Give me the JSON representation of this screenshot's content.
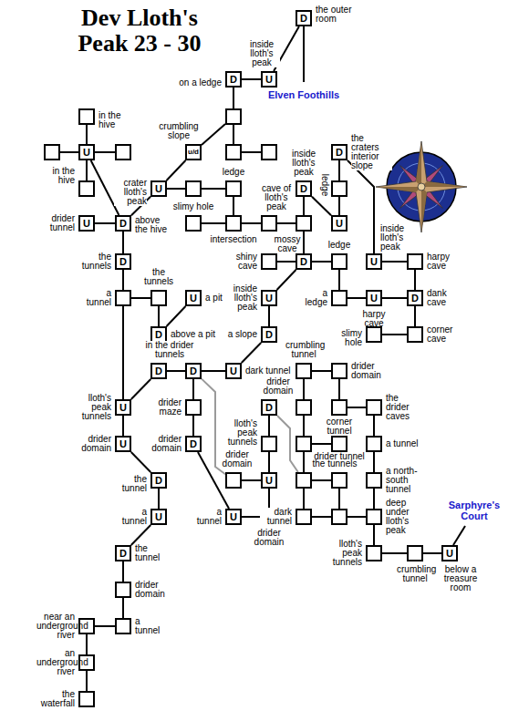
{
  "diagram": {
    "title": "Dev Lloth's Peak 23 - 30",
    "nodes": [
      {
        "text": [
          "D",
          "the outer room"
        ]
      },
      {
        "text": [
          "U",
          "inside lloth's peak"
        ]
      },
      {
        "text": [
          "D",
          "on a ledge"
        ]
      },
      {
        "text": []
      },
      {
        "text": [
          "u/d",
          "crumbling slope"
        ]
      },
      {
        "text": []
      },
      {
        "text": []
      },
      {
        "text": [
          "in the hive"
        ]
      },
      {
        "text": []
      },
      {
        "text": [
          "U"
        ]
      },
      {
        "text": []
      },
      {
        "text": [
          "in the hive"
        ]
      },
      {
        "text": [
          "U",
          "drider tunnel"
        ]
      },
      {
        "text": [
          "D",
          "above the hive"
        ]
      },
      {
        "text": [
          "U",
          "crater lloth's peak"
        ]
      },
      {
        "text": []
      },
      {
        "text": [
          "ledge"
        ]
      },
      {
        "text": [
          "slimy hole"
        ]
      },
      {
        "text": [
          "intersection"
        ]
      },
      {
        "text": [
          "cave of lloth's peak"
        ]
      },
      {
        "text": [
          "mossy cave"
        ]
      },
      {
        "text": [
          "D",
          "inside lloth's peak"
        ]
      },
      {
        "text": [
          "D",
          "the craters interior slope"
        ]
      },
      {
        "text": [
          "ledge"
        ]
      },
      {
        "text": [
          "U"
        ]
      },
      {
        "text": [
          "shiny cave"
        ]
      },
      {
        "text": [
          "D"
        ]
      },
      {
        "text": [
          "ledge"
        ]
      },
      {
        "text": [
          "U",
          "inside lloth's peak"
        ]
      },
      {
        "text": [
          "harpy cave"
        ]
      },
      {
        "text": [
          "a ledge"
        ]
      },
      {
        "text": [
          "U",
          "harpy cave"
        ]
      },
      {
        "text": [
          "D",
          "dank cave"
        ]
      },
      {
        "text": [
          "slimy hole"
        ]
      },
      {
        "text": [
          "corner cave"
        ]
      },
      {
        "text": [
          "D",
          "the tunnels"
        ]
      },
      {
        "text": [
          "a tunnel"
        ]
      },
      {
        "text": [
          "the tunnels"
        ]
      },
      {
        "text": [
          "U",
          "a pit"
        ]
      },
      {
        "text": [
          "D",
          "above a pit"
        ]
      },
      {
        "text": [
          "U",
          "inside lloth's peak"
        ]
      },
      {
        "text": [
          "D",
          "a slope"
        ]
      },
      {
        "text": [
          "D",
          "in the drider tunnels"
        ]
      },
      {
        "text": [
          "D"
        ]
      },
      {
        "text": [
          "U",
          "dark tunnel"
        ]
      },
      {
        "text": [
          "U",
          "lloth's peak tunnels"
        ]
      },
      {
        "text": [
          "drider maze"
        ]
      },
      {
        "text": [
          "D",
          "drider domain"
        ]
      },
      {
        "text": [
          "D",
          "drider domain"
        ]
      },
      {
        "text": [
          "lloth's peak tunnels"
        ]
      },
      {
        "text": [
          "drider domain"
        ]
      },
      {
        "text": [
          "U"
        ]
      },
      {
        "text": [
          "U",
          "a tunnel"
        ]
      },
      {
        "text": [
          "U",
          "drider domain"
        ]
      },
      {
        "text": [
          "U",
          "drider domain"
        ]
      },
      {
        "text": [
          "D",
          "the tunnel"
        ]
      },
      {
        "text": [
          "U",
          "a tunnel"
        ]
      },
      {
        "text": [
          "D",
          "the tunnel"
        ]
      },
      {
        "text": [
          "drider domain"
        ]
      },
      {
        "text": [
          "a tunnel"
        ]
      },
      {
        "text": [
          "near an underground river"
        ]
      },
      {
        "text": [
          "an underground river"
        ]
      },
      {
        "text": [
          "the waterfall"
        ]
      },
      {
        "text": [
          "crumbling tunnel"
        ]
      },
      {
        "text": [
          "drider domain"
        ]
      },
      {
        "text": []
      },
      {
        "text": [
          "corner tunnel"
        ]
      },
      {
        "text": [
          "the drider caves"
        ]
      },
      {
        "text": []
      },
      {
        "text": [
          "drider tunnel"
        ]
      },
      {
        "text": [
          "a tunnel"
        ]
      },
      {
        "text": [
          "the tunnels"
        ]
      },
      {
        "text": []
      },
      {
        "text": [
          "a north-south tunnel"
        ]
      },
      {
        "text": [
          "dark tunnel"
        ]
      },
      {
        "text": []
      },
      {
        "text": [
          "deep under lloth's peak"
        ]
      },
      {
        "text": [
          "lloth's peak tunnels"
        ]
      },
      {
        "text": [
          "crumbling tunnel"
        ]
      },
      {
        "text": [
          "U",
          "below a treasure room"
        ]
      }
    ],
    "edges": [
      {
        "from": 1,
        "to": 0,
        "arrow": "none"
      },
      {
        "from": 2,
        "to": 1,
        "arrow": "none"
      },
      {
        "from": 2,
        "to": 3,
        "arrow": "none"
      },
      {
        "from": 3,
        "to": 4,
        "arrow": "none"
      },
      {
        "from": 3,
        "to": 5,
        "arrow": "none"
      },
      {
        "from": 5,
        "to": 6,
        "arrow": "none"
      },
      {
        "from": 4,
        "to": 14,
        "arrow": "none"
      },
      {
        "from": 7,
        "to": 9,
        "arrow": "none"
      },
      {
        "from": 8,
        "to": 9,
        "arrow": "none"
      },
      {
        "from": 9,
        "to": 10,
        "arrow": "none"
      },
      {
        "from": 9,
        "to": 11,
        "arrow": "none"
      },
      {
        "from": 9,
        "to": 13,
        "arrow": "none"
      },
      {
        "from": 12,
        "to": 13,
        "arrow": "none"
      },
      {
        "from": 13,
        "to": 14,
        "arrow": "none"
      },
      {
        "from": 14,
        "to": 15,
        "arrow": "none"
      },
      {
        "from": 15,
        "to": 16,
        "arrow": "none"
      },
      {
        "from": 16,
        "to": 18,
        "arrow": "none"
      },
      {
        "from": 17,
        "to": 18,
        "arrow": "none"
      },
      {
        "from": 18,
        "to": 19,
        "arrow": "none"
      },
      {
        "from": 19,
        "to": 20,
        "arrow": "none"
      },
      {
        "from": 20,
        "to": 21,
        "arrow": "none"
      },
      {
        "from": 21,
        "to": 24,
        "arrow": "none"
      },
      {
        "from": 22,
        "to": 23,
        "arrow": "none"
      },
      {
        "from": 23,
        "to": 24,
        "arrow": "none"
      },
      {
        "from": 22,
        "to": 28,
        "arrow": "none"
      },
      {
        "from": 20,
        "to": 26,
        "arrow": "none"
      },
      {
        "from": 25,
        "to": 26,
        "arrow": "none"
      },
      {
        "from": 26,
        "to": 27,
        "arrow": "none"
      },
      {
        "from": 27,
        "to": 30,
        "arrow": "none"
      },
      {
        "from": 28,
        "to": 29,
        "arrow": "none"
      },
      {
        "from": 29,
        "to": 32,
        "arrow": "none"
      },
      {
        "from": 30,
        "to": 31,
        "arrow": "none"
      },
      {
        "from": 31,
        "to": 32,
        "arrow": "none"
      },
      {
        "from": 32,
        "to": 34,
        "arrow": "none"
      },
      {
        "from": 33,
        "to": 34,
        "arrow": "none"
      },
      {
        "from": 26,
        "to": 40,
        "arrow": "none"
      },
      {
        "from": 13,
        "to": 35,
        "arrow": "none"
      },
      {
        "from": 35,
        "to": 36,
        "arrow": "none"
      },
      {
        "from": 36,
        "to": 37,
        "arrow": "none"
      },
      {
        "from": 37,
        "to": 39,
        "arrow": "none"
      },
      {
        "from": 38,
        "to": 39,
        "arrow": "none"
      },
      {
        "from": 40,
        "to": 41,
        "arrow": "none"
      },
      {
        "from": 41,
        "to": 44,
        "arrow": "none"
      },
      {
        "from": 42,
        "to": 43,
        "arrow": "none"
      },
      {
        "from": 43,
        "to": 44,
        "arrow": "none"
      },
      {
        "from": 36,
        "to": 45,
        "arrow": "none"
      },
      {
        "from": 42,
        "to": 45,
        "arrow": "none"
      },
      {
        "from": 43,
        "to": 46,
        "arrow": "none"
      },
      {
        "from": 43,
        "to": 50,
        "arrow": "none"
      },
      {
        "from": 47,
        "to": 49,
        "arrow": "none"
      },
      {
        "from": 46,
        "to": 48,
        "arrow": "none"
      },
      {
        "from": 48,
        "to": 52,
        "arrow": "none"
      },
      {
        "from": 49,
        "to": 51,
        "arrow": "none"
      },
      {
        "from": 50,
        "to": 51,
        "arrow": "none"
      },
      {
        "from": 51,
        "to": 53,
        "arrow": "none"
      },
      {
        "from": 52,
        "to": 53,
        "arrow": "none"
      },
      {
        "from": 47,
        "to": 71,
        "arrow": "none"
      },
      {
        "from": 45,
        "to": 54,
        "arrow": "none"
      },
      {
        "from": 54,
        "to": 55,
        "arrow": "none"
      },
      {
        "from": 55,
        "to": 56,
        "arrow": "none"
      },
      {
        "from": 56,
        "to": 57,
        "arrow": "none"
      },
      {
        "from": 57,
        "to": 58,
        "arrow": "none"
      },
      {
        "from": 58,
        "to": 59,
        "arrow": "none"
      },
      {
        "from": 59,
        "to": 60,
        "arrow": "none"
      },
      {
        "from": 60,
        "to": 61,
        "arrow": "none"
      },
      {
        "from": 61,
        "to": 62,
        "arrow": "none"
      },
      {
        "from": 63,
        "to": 64,
        "arrow": "none"
      },
      {
        "from": 63,
        "to": 65,
        "arrow": "none"
      },
      {
        "from": 64,
        "to": 66,
        "arrow": "none"
      },
      {
        "from": 66,
        "to": 67,
        "arrow": "none"
      },
      {
        "from": 65,
        "to": 68,
        "arrow": "none"
      },
      {
        "from": 68,
        "to": 69,
        "arrow": "none"
      },
      {
        "from": 67,
        "to": 70,
        "arrow": "none"
      },
      {
        "from": 68,
        "to": 71,
        "arrow": "none"
      },
      {
        "from": 71,
        "to": 72,
        "arrow": "none"
      },
      {
        "from": 70,
        "to": 73,
        "arrow": "none"
      },
      {
        "from": 71,
        "to": 74,
        "arrow": "none"
      },
      {
        "from": 72,
        "to": 75,
        "arrow": "none"
      },
      {
        "from": 74,
        "to": 75,
        "arrow": "none"
      },
      {
        "from": 75,
        "to": 76,
        "arrow": "none"
      },
      {
        "from": 73,
        "to": 76,
        "arrow": "none"
      },
      {
        "from": 76,
        "to": 77,
        "arrow": "none"
      },
      {
        "from": 77,
        "to": 78,
        "arrow": "none"
      },
      {
        "from": 78,
        "to": 79,
        "arrow": "none"
      }
    ],
    "labels": [
      "Elven Foothills",
      "Sarphyre's Court"
    ]
  }
}
